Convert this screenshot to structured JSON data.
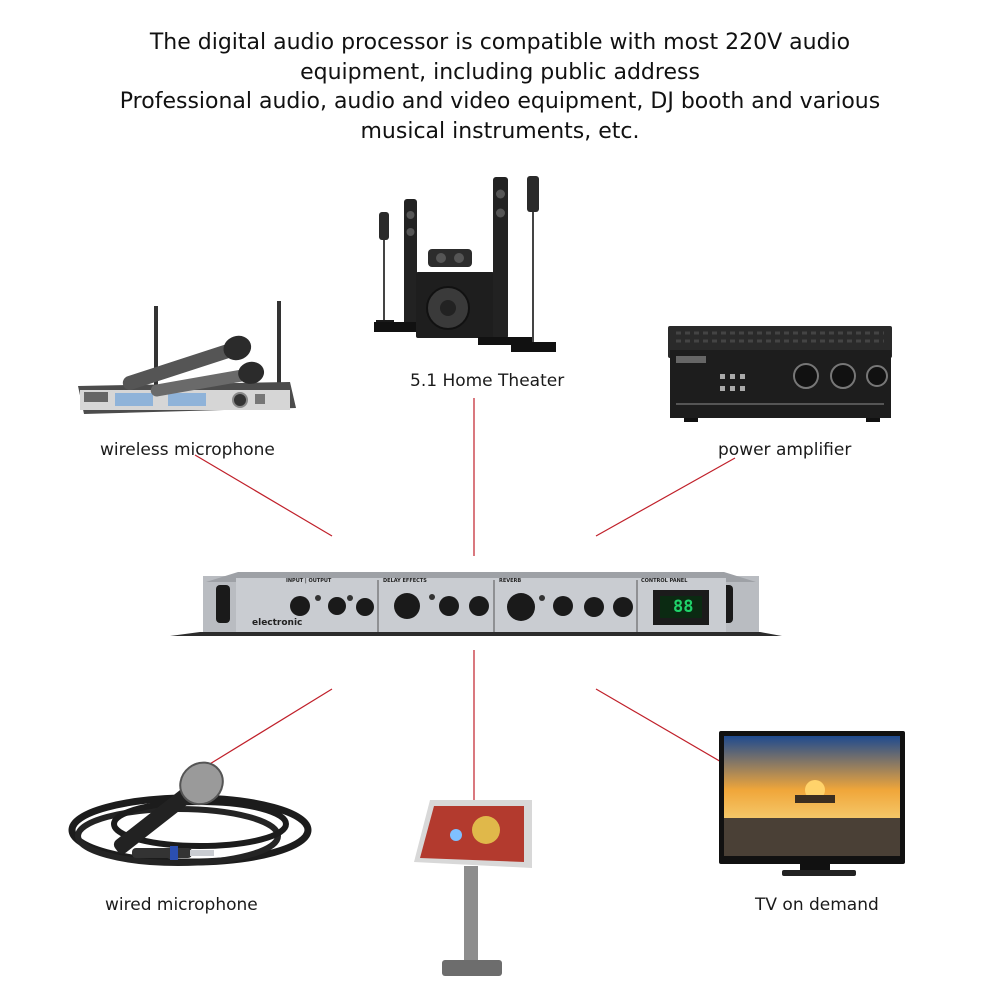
{
  "headline": {
    "line1": "The digital audio processor is compatible with most 220V audio",
    "line2": "equipment, including public address",
    "line3": "Professional audio, audio and video equipment, DJ booth and various",
    "line4": "musical instruments, etc."
  },
  "device": {
    "brand_text": "electronic",
    "display_readout": "88",
    "panel_sections": [
      "INPUT | OUTPUT",
      "DELAY EFFECTS",
      "REVERB",
      "CONTROL PANEL"
    ]
  },
  "equipment": {
    "home_theater": "5.1 Home Theater",
    "wireless_mic": "wireless microphone",
    "power_amp": "power amplifier",
    "wired_mic": "wired microphone",
    "tv": "TV on demand"
  },
  "colors": {
    "connector_line": "#c0202a",
    "chassis": "#c9ccd1",
    "display": "#1fd36a"
  },
  "icons": [
    "home-theater-icon",
    "wireless-microphone-icon",
    "power-amplifier-icon",
    "audio-processor-icon",
    "wired-microphone-icon",
    "karaoke-touchscreen-icon",
    "television-icon"
  ]
}
